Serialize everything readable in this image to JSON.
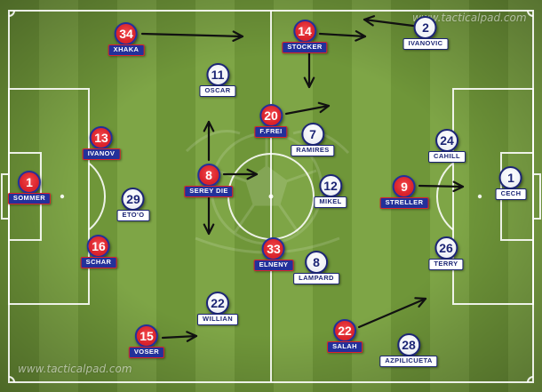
{
  "watermarks": {
    "top": "www.tacticalpad.com",
    "bottom": "www.tacticalpad.com"
  },
  "colors": {
    "pitch_light": "#7ea546",
    "pitch_dark": "#6f9639",
    "home_primary": "#d9232b",
    "home_secondary": "#23309a",
    "away_primary": "#ffffff",
    "away_secondary": "#1c2575"
  },
  "home": {
    "players": [
      {
        "number": "34",
        "name": "XHAKA"
      },
      {
        "number": "14",
        "name": "STOCKER"
      },
      {
        "number": "20",
        "name": "F.FREI"
      },
      {
        "number": "13",
        "name": "IVANOV"
      },
      {
        "number": "1",
        "name": "SOMMER"
      },
      {
        "number": "8",
        "name": "SEREY DIE"
      },
      {
        "number": "9",
        "name": "STRELLER"
      },
      {
        "number": "16",
        "name": "SCHAR"
      },
      {
        "number": "33",
        "name": "ELNENY"
      },
      {
        "number": "15",
        "name": "VOSER"
      },
      {
        "number": "22",
        "name": "SALAH"
      }
    ]
  },
  "away": {
    "players": [
      {
        "number": "2",
        "name": "IVANOVIC"
      },
      {
        "number": "11",
        "name": "OSCAR"
      },
      {
        "number": "7",
        "name": "RAMIRES"
      },
      {
        "number": "24",
        "name": "CAHILL"
      },
      {
        "number": "1",
        "name": "CECH"
      },
      {
        "number": "29",
        "name": "ETO'O"
      },
      {
        "number": "12",
        "name": "MIKEL"
      },
      {
        "number": "26",
        "name": "TERRY"
      },
      {
        "number": "8",
        "name": "LAMPARD"
      },
      {
        "number": "22",
        "name": "WILLIAN"
      },
      {
        "number": "28",
        "name": "AZPILICUETA"
      }
    ]
  }
}
